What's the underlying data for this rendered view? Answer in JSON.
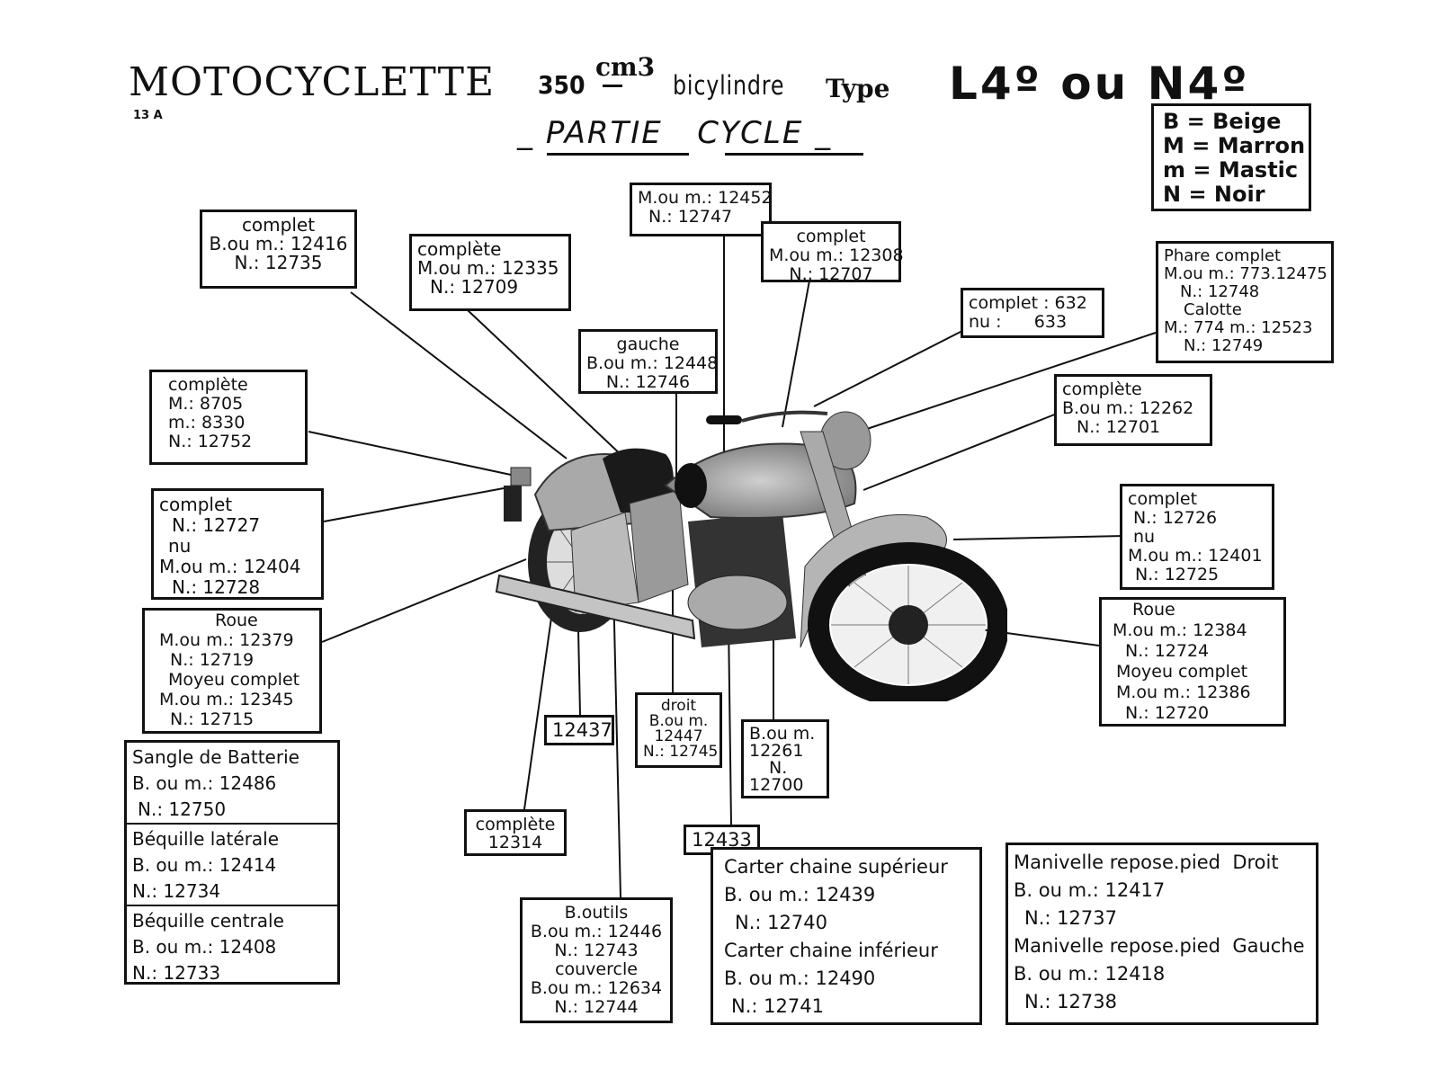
{
  "header": {
    "title": "MOTOCYCLETTE",
    "displacement": "350",
    "unit": "cm3",
    "engine": "bicylindre",
    "type_label": "Type",
    "models": "L4º ou N4º",
    "sheet_ref": "13 A",
    "section_left": "PARTIE",
    "section_right": "CYCLE",
    "dash": "_"
  },
  "legend": [
    "B = Beige",
    "M = Marron",
    "m = Mastic",
    "N = Noir"
  ],
  "callouts": {
    "c1": [
      "complet",
      "B.ou m.: 12416",
      "N.: 12735"
    ],
    "c2": [
      "complète",
      "M.ou m.: 12335",
      "N.: 12709"
    ],
    "c3": [
      "M.ou m.: 12452",
      "N.: 12747"
    ],
    "c4": [
      "complet",
      "M.ou m.: 12308",
      "N.: 12707"
    ],
    "c5": [
      "gauche",
      "B.ou m.: 12448",
      "N.: 12746"
    ],
    "c6": [
      "complet : 632",
      "nu :      633"
    ],
    "c7": [
      "Phare complet",
      "M.ou m.: 773.12475",
      "N.: 12748",
      "Calotte",
      "M.: 774  m.: 12523",
      "N.: 12749"
    ],
    "c8": [
      "complète",
      "B.ou m.: 12262",
      "N.: 12701"
    ],
    "c9": [
      "complète",
      "M.: 8705",
      "m.: 8330",
      "N.: 12752"
    ],
    "c10": [
      "complet",
      "N.: 12727",
      "nu",
      "M.ou m.: 12404",
      "N.: 12728"
    ],
    "c11": [
      "complet",
      "N.: 12726",
      "nu",
      "M.ou m.: 12401",
      "N.: 12725"
    ],
    "c12": [
      "Roue",
      "M.ou m.: 12379",
      "N.: 12719",
      "Moyeu complet",
      "M.ou m.: 12345",
      "N.: 12715"
    ],
    "c13": [
      "Roue",
      "M.ou m.: 12384",
      "N.: 12724",
      "Moyeu complet",
      "M.ou m.: 12386",
      "N.: 12720"
    ],
    "c14": [
      "12437"
    ],
    "c15": [
      "droit",
      "B.ou m.",
      "12447",
      "N.: 12745"
    ],
    "c16": [
      "B.ou m.",
      "12261",
      "N.",
      "12700"
    ],
    "c17": [
      "complète",
      "12314"
    ],
    "c18": [
      "12433"
    ],
    "c19": [
      "B.outils",
      "B.ou m.: 12446",
      "N.: 12743",
      "couvercle",
      "B.ou m.: 12634",
      "N.: 12744"
    ],
    "c20": [
      [
        "Sangle de Batterie",
        "B. ou m.: 12486",
        "N.: 12750"
      ],
      [
        "Béquille latérale",
        "B. ou m.: 12414",
        "N.: 12734"
      ],
      [
        "Béquille centrale",
        "B. ou m.: 12408",
        "N.: 12733"
      ]
    ],
    "c21": [
      "Carter chaine supérieur",
      "B. ou m.: 12439",
      "N.: 12740",
      "Carter chaine inférieur",
      "B. ou m.: 12490",
      "N.: 12741"
    ],
    "c22": [
      "Manivelle repose.pied  Droit",
      "B. ou m.: 12417",
      "N.: 12737",
      "Manivelle repose.pied  Gauche",
      "B. ou m.: 12418",
      "N.: 12738"
    ]
  }
}
